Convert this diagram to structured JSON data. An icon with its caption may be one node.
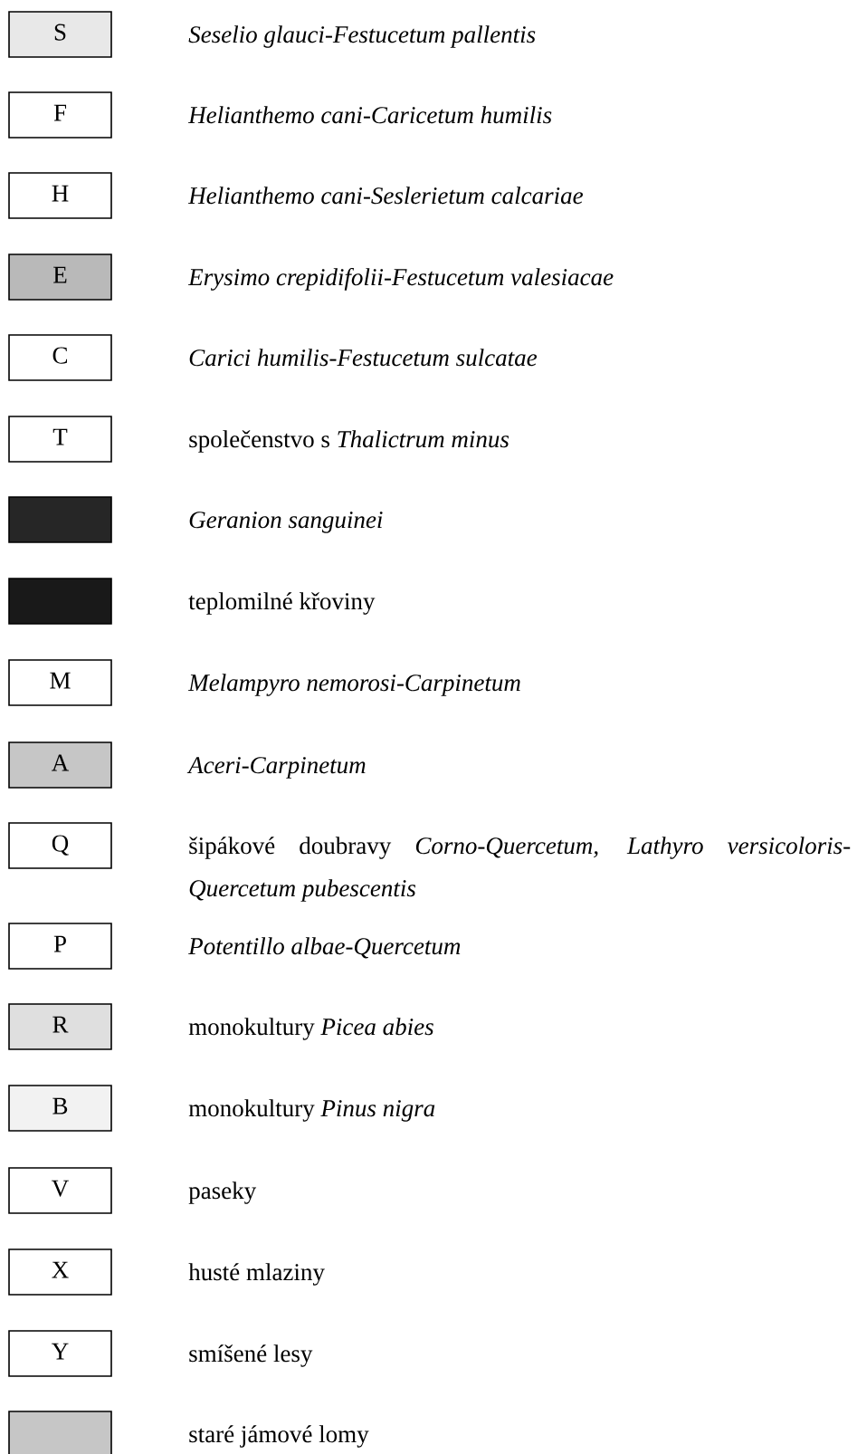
{
  "diagram": {
    "nodes": [
      {
        "text": [
          "S"
        ],
        "beside": [
          "Seselio glauci-Festucetum pallentis"
        ]
      },
      {
        "text": [
          "F"
        ],
        "beside": [
          "Helianthemo cani-Caricetum humilis"
        ]
      },
      {
        "text": [
          "H"
        ],
        "beside": [
          "Helianthemo cani-Seslerietum calcariae"
        ]
      },
      {
        "text": [
          "E"
        ],
        "beside": [
          "Erysimo crepidifolii-Festucetum valesiacae"
        ]
      },
      {
        "text": [
          "C"
        ],
        "beside": [
          "Carici humilis-Festucetum sulcatae"
        ]
      },
      {
        "text": [
          "T"
        ],
        "beside": [
          "společenstvo s *Thalictrum minus*"
        ]
      },
      {
        "text": [],
        "shape": "box",
        "beside": [
          "Geranion sanguinei"
        ]
      },
      {
        "text": [],
        "shape": "box",
        "beside": [
          "teplomilné křoviny"
        ]
      },
      {
        "text": [
          "M"
        ],
        "beside": [
          "Melampyro nemorosi-Carpinetum"
        ]
      },
      {
        "text": [
          "A"
        ],
        "beside": [
          "Aceri-Carpinetum"
        ]
      },
      {
        "text": [
          "Q"
        ],
        "beside": [
          "šipákové doubravy *Corno-Quercetum, Lathyro versicoloris-Quercetum pubescentis*"
        ]
      },
      {
        "text": [
          "P"
        ],
        "beside": [
          "Potentillo albae-Quercetum"
        ]
      },
      {
        "text": [
          "R"
        ],
        "beside": [
          "monokultury *Picea abies*"
        ]
      },
      {
        "text": [
          "B"
        ],
        "beside": [
          "monokultury *Pinus nigra*"
        ]
      },
      {
        "text": [
          "V"
        ],
        "beside": [
          "paseky"
        ]
      },
      {
        "text": [
          "X"
        ],
        "beside": [
          "husté mlaziny"
        ]
      },
      {
        "text": [
          "Y"
        ],
        "beside": [
          "smíšené lesy"
        ]
      },
      {
        "text": [],
        "shape": "box",
        "beside": [
          "staré jámové lomy"
        ]
      }
    ]
  }
}
